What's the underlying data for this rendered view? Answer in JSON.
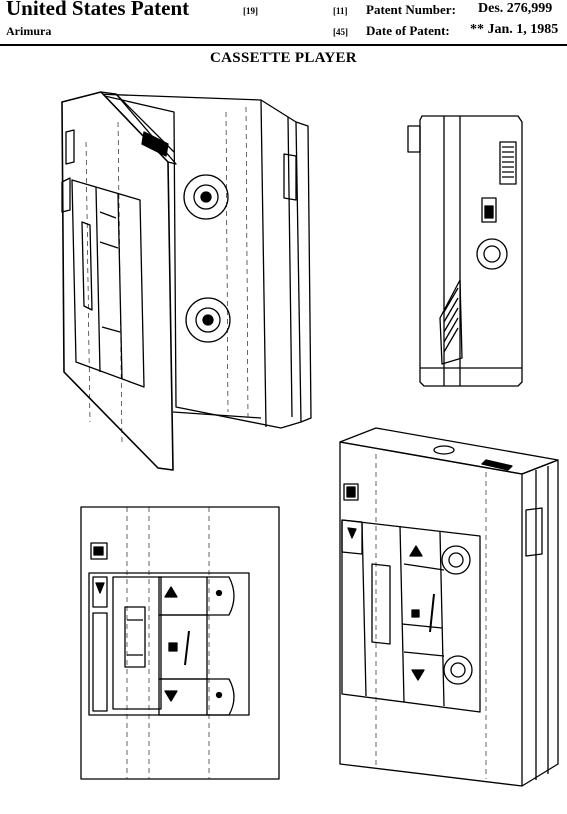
{
  "header": {
    "title": "United States Patent",
    "title_ref": "[19]",
    "inventor": "Arimura",
    "patent_number": {
      "tag": "[11]",
      "label": "Patent Number:",
      "value": "Des. 276,999"
    },
    "date": {
      "tag": "[45]",
      "label": "Date of Patent:",
      "value": "** Jan. 1, 1985"
    }
  },
  "document_title": "CASSETTE PLAYER"
}
